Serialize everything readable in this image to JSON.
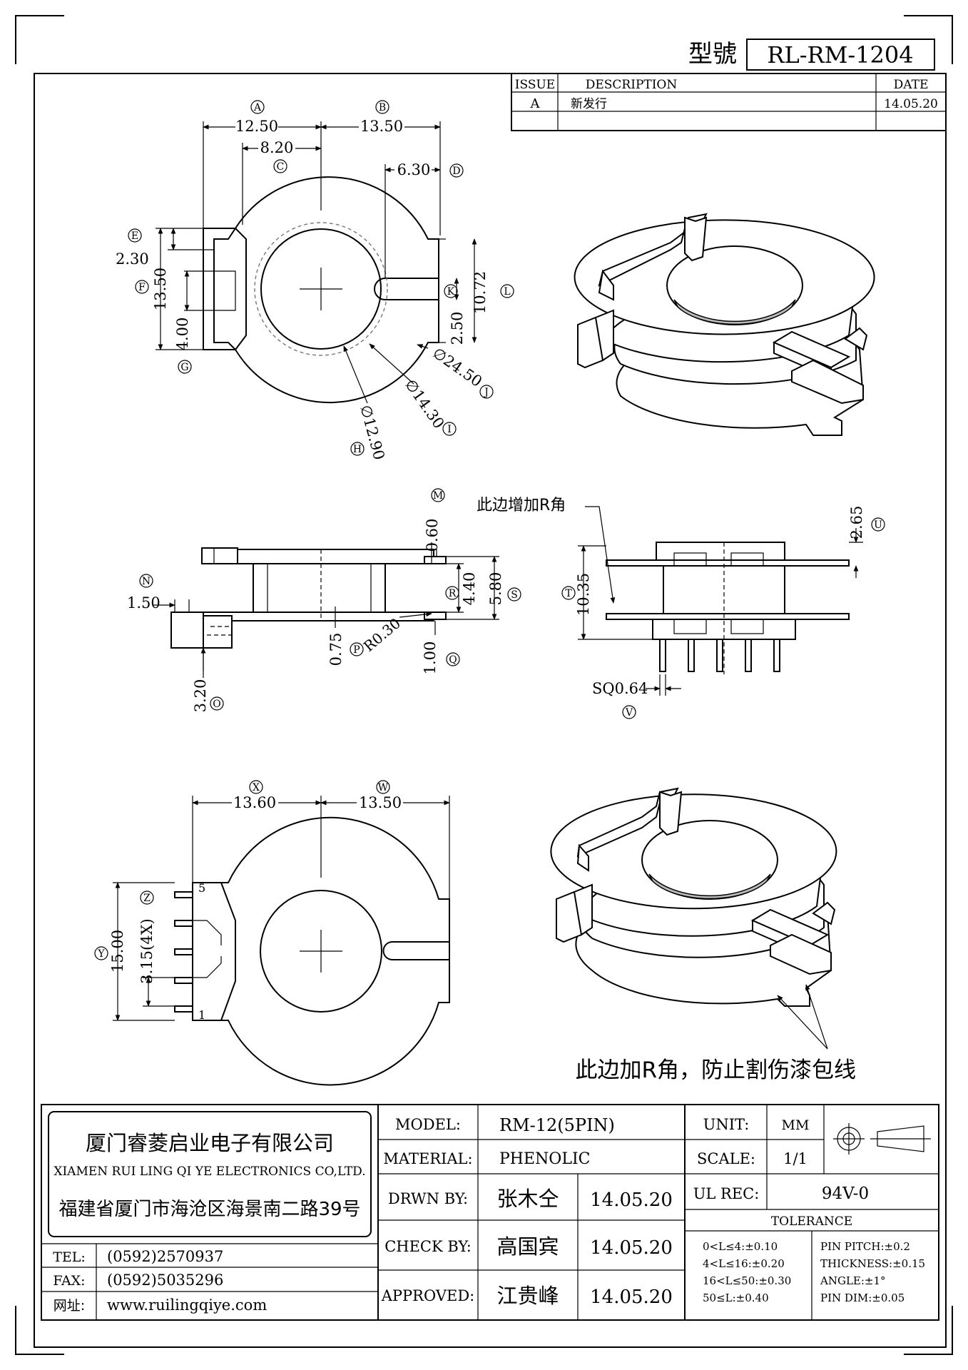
{
  "model_label": "型號",
  "model_number": "RL-RM-1204",
  "revision": {
    "headers": [
      "ISSUE",
      "DESCRIPTION",
      "DATE"
    ],
    "rows": [
      [
        "A",
        "新发行",
        "14.05.20"
      ]
    ]
  },
  "dims_top": {
    "A": "12.50",
    "B": "13.50",
    "C": "8.20",
    "D": "6.30",
    "E": "2.30",
    "F": "13.50",
    "G": "4.00",
    "H": "∅12.90",
    "I": "∅14.30",
    "J": "∅24.50",
    "K": "2.50",
    "L": "10.72"
  },
  "dims_side": {
    "M": "0.60",
    "N": "1.50",
    "O": "3.20",
    "P": "0.75",
    "Q": "1.00",
    "R": "4.40",
    "S": "5.80",
    "radius": "R0.30",
    "T": "10.35",
    "U": "2.65",
    "V": "SQ0.64"
  },
  "dims_bottom": {
    "X": "13.60",
    "W": "13.50",
    "Y": "15.00",
    "Z": "3.15(4X)"
  },
  "callouts": [
    "A",
    "B",
    "C",
    "D",
    "E",
    "F",
    "G",
    "H",
    "I",
    "J",
    "K",
    "L",
    "M",
    "N",
    "O",
    "P",
    "Q",
    "R",
    "S",
    "T",
    "U",
    "V",
    "W",
    "X",
    "Y",
    "Z"
  ],
  "pin_numbers": [
    "5",
    "1"
  ],
  "note_side": "此边增加R角",
  "note_bottom": "此边加R角，防止割伤漆包线",
  "company": {
    "name_cn": "厦门睿菱启业电子有限公司",
    "name_en": "XIAMEN RUI LING QI YE ELECTRONICS CO,LTD.",
    "address": "福建省厦门市海沧区海景南二路39号",
    "tel_label": "TEL:",
    "tel": "(0592)2570937",
    "fax_label": "FAX:",
    "fax": "(0592)5035296",
    "web_label": "网址:",
    "web": "www.ruilingqiye.com"
  },
  "title_block": {
    "model_label": "MODEL:",
    "model": "RM-12(5PIN)",
    "material_label": "MATERIAL:",
    "material": "PHENOLIC",
    "drawn_label": "DRWN BY:",
    "drawn": "张木仝",
    "drawn_date": "14.05.20",
    "check_label": "CHECK BY:",
    "check": "高国宾",
    "check_date": "14.05.20",
    "approved_label": "APPROVED:",
    "approved": "江贵峰",
    "approved_date": "14.05.20",
    "unit_label": "UNIT:",
    "unit": "MM",
    "scale_label": "SCALE:",
    "scale": "1/1",
    "ul_label": "UL REC:",
    "ul": "94V-0",
    "tolerance_title": "TOLERANCE",
    "tolerance_left": [
      "0<L≤4:±0.10",
      "4<L≤16:±0.20",
      "16<L≤50:±0.30",
      "50≤L:±0.40"
    ],
    "tolerance_right": [
      "PIN PITCH:±0.2",
      "THICKNESS:±0.15",
      "ANGLE:±1°",
      "PIN DIM:±0.05"
    ]
  }
}
